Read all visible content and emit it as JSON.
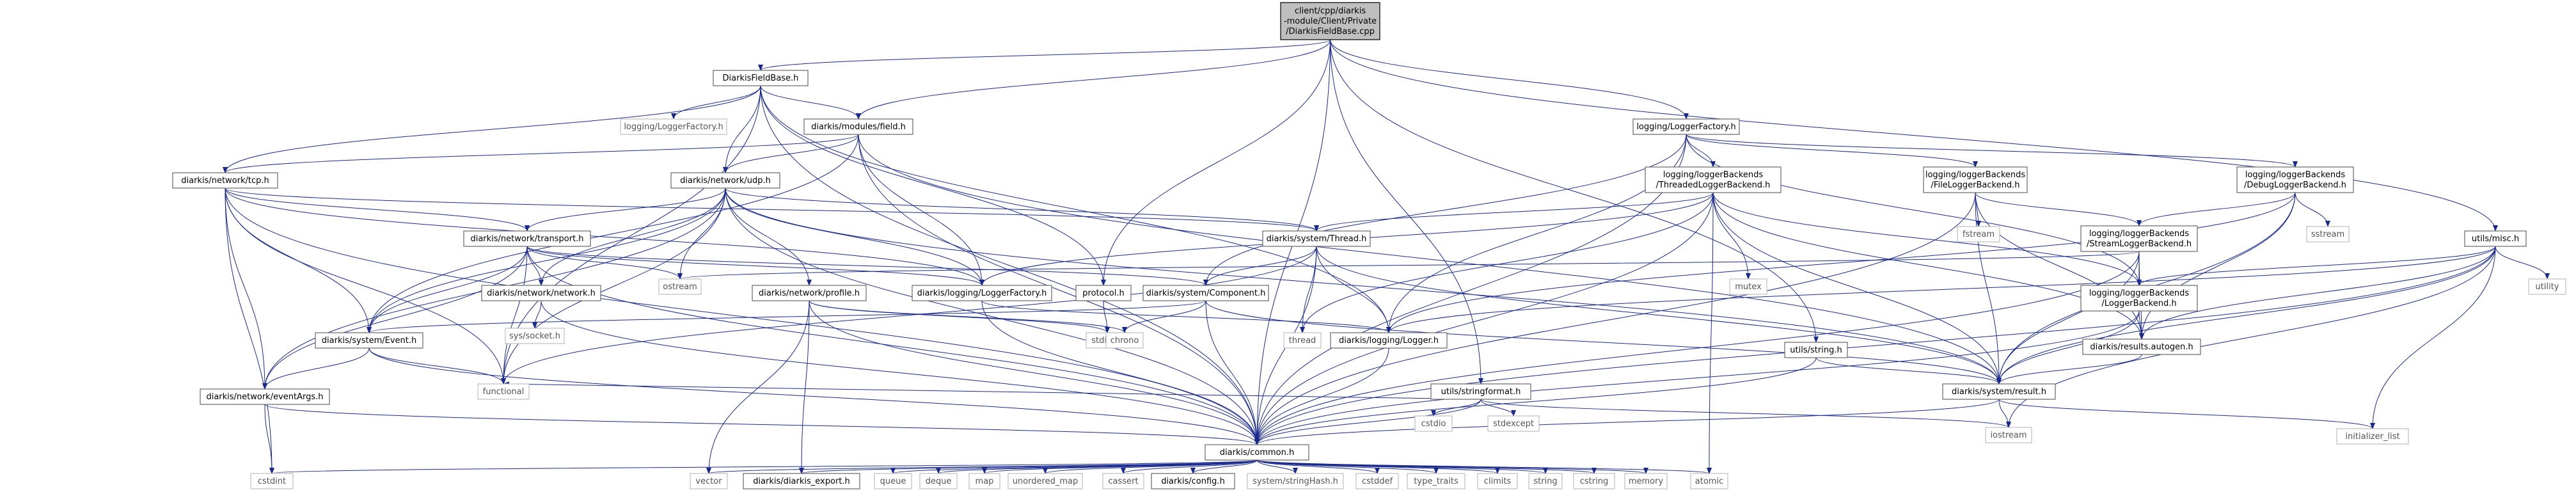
{
  "diagram": {
    "root": "diarkis_fieldbase_cpp",
    "edge_color": "#1a2a8c",
    "nodes": [
      {
        "id": "diarkis_fieldbase_cpp",
        "lines": [
          "client/cpp/diarkis",
          "-module/Client/Private",
          "/DiarkisFieldBase.cpp"
        ],
        "kind": "root"
      },
      {
        "id": "diarkisfieldbase_h",
        "lines": [
          "DiarkisFieldBase.h"
        ],
        "kind": "hdr"
      },
      {
        "id": "logging_loggerfactory_h_sys",
        "lines": [
          "logging/LoggerFactory.h"
        ],
        "kind": "sys"
      },
      {
        "id": "diarkis_modules_field_h",
        "lines": [
          "diarkis/modules/field.h"
        ],
        "kind": "hdr"
      },
      {
        "id": "logging_loggerfactory_h",
        "lines": [
          "logging/LoggerFactory.h"
        ],
        "kind": "hdr"
      },
      {
        "id": "utils_misc_h",
        "lines": [
          "utils/misc.h"
        ],
        "kind": "hdr"
      },
      {
        "id": "diarkis_network_tcp_h",
        "lines": [
          "diarkis/network/tcp.h"
        ],
        "kind": "hdr"
      },
      {
        "id": "diarkis_network_udp_h",
        "lines": [
          "diarkis/network/udp.h"
        ],
        "kind": "hdr"
      },
      {
        "id": "threadedloggerbackend_h",
        "lines": [
          "logging/loggerBackends",
          "/ThreadedLoggerBackend.h"
        ],
        "kind": "hdr"
      },
      {
        "id": "fileloggerbackend_h",
        "lines": [
          "logging/loggerBackends",
          "/FileLoggerBackend.h"
        ],
        "kind": "hdr"
      },
      {
        "id": "debugloggerbackend_h",
        "lines": [
          "logging/loggerBackends",
          "/DebugLoggerBackend.h"
        ],
        "kind": "hdr"
      },
      {
        "id": "diarkis_network_transport_h",
        "lines": [
          "diarkis/network/transport.h"
        ],
        "kind": "hdr"
      },
      {
        "id": "diarkis_system_thread_h",
        "lines": [
          "diarkis/system/Thread.h"
        ],
        "kind": "hdr"
      },
      {
        "id": "mutex",
        "lines": [
          "mutex"
        ],
        "kind": "sys"
      },
      {
        "id": "fstream",
        "lines": [
          "fstream"
        ],
        "kind": "sys"
      },
      {
        "id": "streamloggerbackend_h",
        "lines": [
          "logging/loggerBackends",
          "/StreamLoggerBackend.h"
        ],
        "kind": "hdr"
      },
      {
        "id": "sstream",
        "lines": [
          "sstream"
        ],
        "kind": "sys"
      },
      {
        "id": "ostream",
        "lines": [
          "ostream"
        ],
        "kind": "sys"
      },
      {
        "id": "diarkis_network_network_h",
        "lines": [
          "diarkis/network/network.h"
        ],
        "kind": "hdr"
      },
      {
        "id": "diarkis_network_profile_h",
        "lines": [
          "diarkis/network/profile.h"
        ],
        "kind": "hdr"
      },
      {
        "id": "diarkis_logging_loggerfactory_h",
        "lines": [
          "diarkis/logging/LoggerFactory.h"
        ],
        "kind": "hdr"
      },
      {
        "id": "protocol_h",
        "lines": [
          "protocol.h"
        ],
        "kind": "hdr"
      },
      {
        "id": "diarkis_system_component_h",
        "lines": [
          "diarkis/system/Component.h"
        ],
        "kind": "hdr"
      },
      {
        "id": "loggerbackend_h",
        "lines": [
          "logging/loggerBackends",
          "/LoggerBackend.h"
        ],
        "kind": "hdr"
      },
      {
        "id": "utility",
        "lines": [
          "utility"
        ],
        "kind": "sys"
      },
      {
        "id": "sys_socket_h",
        "lines": [
          "sys/socket.h"
        ],
        "kind": "sys"
      },
      {
        "id": "stdint_h",
        "lines": [
          "stdint.h"
        ],
        "kind": "sys"
      },
      {
        "id": "chrono",
        "lines": [
          "chrono"
        ],
        "kind": "sys"
      },
      {
        "id": "diarkis_system_event_h",
        "lines": [
          "diarkis/system/Event.h"
        ],
        "kind": "hdr"
      },
      {
        "id": "thread",
        "lines": [
          "thread"
        ],
        "kind": "sys"
      },
      {
        "id": "diarkis_logging_logger_h",
        "lines": [
          "diarkis/logging/Logger.h"
        ],
        "kind": "hdr"
      },
      {
        "id": "utils_stringformat_h",
        "lines": [
          "utils/stringformat.h"
        ],
        "kind": "hdr"
      },
      {
        "id": "utils_string_h",
        "lines": [
          "utils/string.h"
        ],
        "kind": "hdr"
      },
      {
        "id": "diarkis_results_autogen_h",
        "lines": [
          "diarkis/results.autogen.h"
        ],
        "kind": "hdr"
      },
      {
        "id": "functional",
        "lines": [
          "functional"
        ],
        "kind": "sys"
      },
      {
        "id": "diarkis_network_eventargs_h",
        "lines": [
          "diarkis/network/eventArgs.h"
        ],
        "kind": "hdr"
      },
      {
        "id": "cstdio",
        "lines": [
          "cstdio"
        ],
        "kind": "sys"
      },
      {
        "id": "stdexcept",
        "lines": [
          "stdexcept"
        ],
        "kind": "sys"
      },
      {
        "id": "diarkis_system_result_h",
        "lines": [
          "diarkis/system/result.h"
        ],
        "kind": "hdr"
      },
      {
        "id": "diarkis_common_h",
        "lines": [
          "diarkis/common.h"
        ],
        "kind": "hdr"
      },
      {
        "id": "iostream",
        "lines": [
          "iostream"
        ],
        "kind": "sys"
      },
      {
        "id": "initializer_list",
        "lines": [
          "initializer_list"
        ],
        "kind": "sys"
      },
      {
        "id": "cstdint",
        "lines": [
          "cstdint"
        ],
        "kind": "sys"
      },
      {
        "id": "vector",
        "lines": [
          "vector"
        ],
        "kind": "sys"
      },
      {
        "id": "diarkis_export_h",
        "lines": [
          "diarkis/diarkis_export.h"
        ],
        "kind": "hdr"
      },
      {
        "id": "queue",
        "lines": [
          "queue"
        ],
        "kind": "sys"
      },
      {
        "id": "deque",
        "lines": [
          "deque"
        ],
        "kind": "sys"
      },
      {
        "id": "map",
        "lines": [
          "map"
        ],
        "kind": "sys"
      },
      {
        "id": "unordered_map",
        "lines": [
          "unordered_map"
        ],
        "kind": "sys"
      },
      {
        "id": "cassert",
        "lines": [
          "cassert"
        ],
        "kind": "sys"
      },
      {
        "id": "diarkis_config_h",
        "lines": [
          "diarkis/config.h"
        ],
        "kind": "hdr"
      },
      {
        "id": "system_stringhash_h",
        "lines": [
          "system/stringHash.h"
        ],
        "kind": "sys"
      },
      {
        "id": "cstddef",
        "lines": [
          "cstddef"
        ],
        "kind": "sys"
      },
      {
        "id": "type_traits",
        "lines": [
          "type_traits"
        ],
        "kind": "sys"
      },
      {
        "id": "climits",
        "lines": [
          "climits"
        ],
        "kind": "sys"
      },
      {
        "id": "string",
        "lines": [
          "string"
        ],
        "kind": "sys"
      },
      {
        "id": "cstring",
        "lines": [
          "cstring"
        ],
        "kind": "sys"
      },
      {
        "id": "memory",
        "lines": [
          "memory"
        ],
        "kind": "sys"
      },
      {
        "id": "atomic",
        "lines": [
          "atomic"
        ],
        "kind": "sys"
      }
    ],
    "edges": [
      [
        "diarkis_fieldbase_cpp",
        "diarkisfieldbase_h"
      ],
      [
        "diarkis_fieldbase_cpp",
        "diarkis_modules_field_h"
      ],
      [
        "diarkis_fieldbase_cpp",
        "logging_loggerfactory_h"
      ],
      [
        "diarkis_fieldbase_cpp",
        "utils_misc_h"
      ],
      [
        "diarkis_fieldbase_cpp",
        "utils_stringformat_h"
      ],
      [
        "diarkis_fieldbase_cpp",
        "utils_string_h"
      ],
      [
        "diarkis_fieldbase_cpp",
        "protocol_h"
      ],
      [
        "diarkis_fieldbase_cpp",
        "diarkis_common_h"
      ],
      [
        "diarkisfieldbase_h",
        "logging_loggerfactory_h_sys"
      ],
      [
        "diarkisfieldbase_h",
        "diarkis_modules_field_h"
      ],
      [
        "diarkisfieldbase_h",
        "diarkis_network_tcp_h"
      ],
      [
        "diarkisfieldbase_h",
        "diarkis_network_udp_h"
      ],
      [
        "diarkisfieldbase_h",
        "protocol_h"
      ],
      [
        "diarkisfieldbase_h",
        "diarkis_logging_logger_h"
      ],
      [
        "diarkisfieldbase_h",
        "functional"
      ],
      [
        "diarkisfieldbase_h",
        "diarkis_common_h"
      ],
      [
        "diarkis_modules_field_h",
        "diarkis_network_tcp_h"
      ],
      [
        "diarkis_modules_field_h",
        "diarkis_network_udp_h"
      ],
      [
        "diarkis_modules_field_h",
        "diarkis_logging_loggerfactory_h"
      ],
      [
        "diarkis_modules_field_h",
        "diarkis_system_event_h"
      ],
      [
        "diarkis_modules_field_h",
        "diarkis_system_result_h"
      ],
      [
        "diarkis_modules_field_h",
        "diarkis_common_h"
      ],
      [
        "diarkis_network_tcp_h",
        "diarkis_network_transport_h"
      ],
      [
        "diarkis_network_tcp_h",
        "diarkis_system_thread_h"
      ],
      [
        "diarkis_network_tcp_h",
        "diarkis_logging_loggerfactory_h"
      ],
      [
        "diarkis_network_tcp_h",
        "diarkis_system_event_h"
      ],
      [
        "diarkis_network_tcp_h",
        "diarkis_network_eventargs_h"
      ],
      [
        "diarkis_network_tcp_h",
        "functional"
      ],
      [
        "diarkis_network_tcp_h",
        "cstdint"
      ],
      [
        "diarkis_network_tcp_h",
        "diarkis_common_h"
      ],
      [
        "diarkis_network_udp_h",
        "diarkis_network_transport_h"
      ],
      [
        "diarkis_network_udp_h",
        "diarkis_network_network_h"
      ],
      [
        "diarkis_network_udp_h",
        "diarkis_network_profile_h"
      ],
      [
        "diarkis_network_udp_h",
        "diarkis_system_thread_h"
      ],
      [
        "diarkis_network_udp_h",
        "diarkis_logging_loggerfactory_h"
      ],
      [
        "diarkis_network_udp_h",
        "diarkis_system_event_h"
      ],
      [
        "diarkis_network_udp_h",
        "diarkis_network_eventargs_h"
      ],
      [
        "diarkis_network_udp_h",
        "diarkis_system_result_h"
      ],
      [
        "diarkis_network_udp_h",
        "ostream"
      ],
      [
        "diarkis_network_udp_h",
        "functional"
      ],
      [
        "diarkis_network_udp_h",
        "diarkis_common_h"
      ],
      [
        "logging_loggerfactory_h",
        "threadedloggerbackend_h"
      ],
      [
        "logging_loggerfactory_h",
        "fileloggerbackend_h"
      ],
      [
        "logging_loggerfactory_h",
        "debugloggerbackend_h"
      ],
      [
        "logging_loggerfactory_h",
        "loggerbackend_h"
      ],
      [
        "logging_loggerfactory_h",
        "diarkis_system_component_h"
      ],
      [
        "logging_loggerfactory_h",
        "diarkis_logging_logger_h"
      ],
      [
        "logging_loggerfactory_h",
        "diarkis_common_h"
      ],
      [
        "threadedloggerbackend_h",
        "diarkis_system_thread_h"
      ],
      [
        "threadedloggerbackend_h",
        "mutex"
      ],
      [
        "threadedloggerbackend_h",
        "thread"
      ],
      [
        "threadedloggerbackend_h",
        "loggerbackend_h"
      ],
      [
        "threadedloggerbackend_h",
        "diarkis_results_autogen_h"
      ],
      [
        "threadedloggerbackend_h",
        "diarkis_system_result_h"
      ],
      [
        "threadedloggerbackend_h",
        "diarkis_logging_loggerfactory_h"
      ],
      [
        "threadedloggerbackend_h",
        "atomic"
      ],
      [
        "threadedloggerbackend_h",
        "diarkis_common_h"
      ],
      [
        "fileloggerbackend_h",
        "fstream"
      ],
      [
        "fileloggerbackend_h",
        "streamloggerbackend_h"
      ],
      [
        "fileloggerbackend_h",
        "diarkis_results_autogen_h"
      ],
      [
        "fileloggerbackend_h",
        "diarkis_system_result_h"
      ],
      [
        "fileloggerbackend_h",
        "diarkis_common_h"
      ],
      [
        "debugloggerbackend_h",
        "streamloggerbackend_h"
      ],
      [
        "debugloggerbackend_h",
        "sstream"
      ],
      [
        "debugloggerbackend_h",
        "diarkis_results_autogen_h"
      ],
      [
        "debugloggerbackend_h",
        "diarkis_system_result_h"
      ],
      [
        "debugloggerbackend_h",
        "diarkis_logging_logger_h"
      ],
      [
        "streamloggerbackend_h",
        "loggerbackend_h"
      ],
      [
        "streamloggerbackend_h",
        "diarkis_results_autogen_h"
      ],
      [
        "streamloggerbackend_h",
        "diarkis_system_result_h"
      ],
      [
        "streamloggerbackend_h",
        "ostream"
      ],
      [
        "streamloggerbackend_h",
        "diarkis_common_h"
      ],
      [
        "loggerbackend_h",
        "diarkis_results_autogen_h"
      ],
      [
        "loggerbackend_h",
        "diarkis_system_result_h"
      ],
      [
        "loggerbackend_h",
        "diarkis_common_h"
      ],
      [
        "utils_misc_h",
        "utility"
      ],
      [
        "utils_misc_h",
        "loggerbackend_h"
      ],
      [
        "utils_misc_h",
        "diarkis_results_autogen_h"
      ],
      [
        "utils_misc_h",
        "diarkis_system_result_h"
      ],
      [
        "utils_misc_h",
        "diarkis_logging_logger_h"
      ],
      [
        "utils_misc_h",
        "initializer_list"
      ],
      [
        "utils_misc_h",
        "iostream"
      ],
      [
        "utils_misc_h",
        "diarkis_common_h"
      ],
      [
        "diarkis_network_transport_h",
        "diarkis_network_network_h"
      ],
      [
        "diarkis_network_transport_h",
        "diarkis_logging_loggerfactory_h"
      ],
      [
        "diarkis_network_transport_h",
        "diarkis_system_component_h"
      ],
      [
        "diarkis_network_transport_h",
        "diarkis_system_event_h"
      ],
      [
        "diarkis_network_transport_h",
        "diarkis_network_eventargs_h"
      ],
      [
        "diarkis_network_transport_h",
        "ostream"
      ],
      [
        "diarkis_network_transport_h",
        "functional"
      ],
      [
        "diarkis_network_transport_h",
        "diarkis_common_h"
      ],
      [
        "diarkis_network_network_h",
        "sys_socket_h"
      ],
      [
        "diarkis_network_network_h",
        "diarkis_common_h"
      ],
      [
        "diarkis_network_profile_h",
        "stdint_h"
      ],
      [
        "diarkis_network_profile_h",
        "chrono"
      ],
      [
        "diarkis_network_profile_h",
        "vector"
      ],
      [
        "diarkis_network_profile_h",
        "diarkis_export_h"
      ],
      [
        "diarkis_network_profile_h",
        "diarkis_common_h"
      ],
      [
        "diarkis_system_thread_h",
        "diarkis_system_component_h"
      ],
      [
        "diarkis_system_thread_h",
        "thread"
      ],
      [
        "diarkis_system_thread_h",
        "diarkis_logging_logger_h"
      ],
      [
        "diarkis_system_thread_h",
        "diarkis_system_result_h"
      ],
      [
        "diarkis_system_thread_h",
        "functional"
      ],
      [
        "diarkis_system_thread_h",
        "diarkis_common_h"
      ],
      [
        "diarkis_logging_loggerfactory_h",
        "diarkis_logging_logger_h"
      ],
      [
        "diarkis_logging_loggerfactory_h",
        "diarkis_common_h"
      ],
      [
        "protocol_h",
        "stdint_h"
      ],
      [
        "diarkis_system_component_h",
        "chrono"
      ],
      [
        "diarkis_system_component_h",
        "diarkis_system_event_h"
      ],
      [
        "diarkis_system_component_h",
        "diarkis_system_result_h"
      ],
      [
        "diarkis_system_component_h",
        "diarkis_common_h"
      ],
      [
        "diarkis_system_event_h",
        "functional"
      ],
      [
        "diarkis_system_event_h",
        "diarkis_network_eventargs_h"
      ],
      [
        "diarkis_system_event_h",
        "diarkis_common_h"
      ],
      [
        "diarkis_logging_logger_h",
        "diarkis_common_h"
      ],
      [
        "utils_stringformat_h",
        "cstdio"
      ],
      [
        "utils_stringformat_h",
        "stdexcept"
      ],
      [
        "utils_stringformat_h",
        "functional"
      ],
      [
        "utils_stringformat_h",
        "iostream"
      ],
      [
        "utils_stringformat_h",
        "diarkis_common_h"
      ],
      [
        "utils_string_h",
        "diarkis_system_result_h"
      ],
      [
        "utils_string_h",
        "diarkis_common_h"
      ],
      [
        "diarkis_results_autogen_h",
        "diarkis_system_result_h"
      ],
      [
        "diarkis_network_eventargs_h",
        "cstdint"
      ],
      [
        "diarkis_network_eventargs_h",
        "diarkis_common_h"
      ],
      [
        "diarkis_system_result_h",
        "iostream"
      ],
      [
        "diarkis_system_result_h",
        "initializer_list"
      ],
      [
        "diarkis_system_result_h",
        "diarkis_common_h"
      ],
      [
        "diarkis_common_h",
        "cstdint"
      ],
      [
        "diarkis_common_h",
        "vector"
      ],
      [
        "diarkis_common_h",
        "diarkis_export_h"
      ],
      [
        "diarkis_common_h",
        "queue"
      ],
      [
        "diarkis_common_h",
        "deque"
      ],
      [
        "diarkis_common_h",
        "map"
      ],
      [
        "diarkis_common_h",
        "unordered_map"
      ],
      [
        "diarkis_common_h",
        "cassert"
      ],
      [
        "diarkis_common_h",
        "diarkis_config_h"
      ],
      [
        "diarkis_common_h",
        "system_stringhash_h"
      ],
      [
        "diarkis_common_h",
        "cstddef"
      ],
      [
        "diarkis_common_h",
        "type_traits"
      ],
      [
        "diarkis_common_h",
        "climits"
      ],
      [
        "diarkis_common_h",
        "string"
      ],
      [
        "diarkis_common_h",
        "cstring"
      ],
      [
        "diarkis_common_h",
        "memory"
      ],
      [
        "diarkis_common_h",
        "atomic"
      ]
    ]
  }
}
